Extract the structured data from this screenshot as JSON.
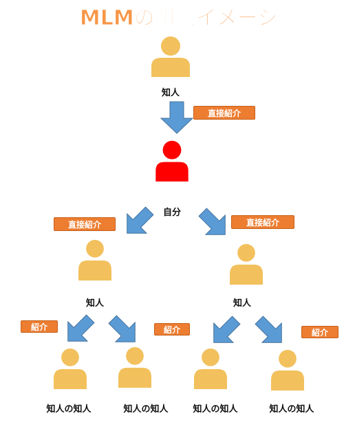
{
  "title": "MLMの組織イメージ",
  "nodes": {
    "top": "知人",
    "self": "自分",
    "left": "知人",
    "right": "知人",
    "ll": "知人の知人",
    "lr": "知人の知人",
    "rl": "知人の知人",
    "rr": "知人の知人"
  },
  "tags": {
    "top": "直接紹介",
    "left": "直接紹介",
    "right": "直接紹介",
    "ll": "紹介",
    "lr": "紹介",
    "rr": "紹介"
  },
  "colors": {
    "title_fill": "#F79646",
    "person_yellow": "#F2C05C",
    "person_red": "#FF0000",
    "tag_bg": "#ED7D31",
    "arrow": "#5B9BD5"
  }
}
